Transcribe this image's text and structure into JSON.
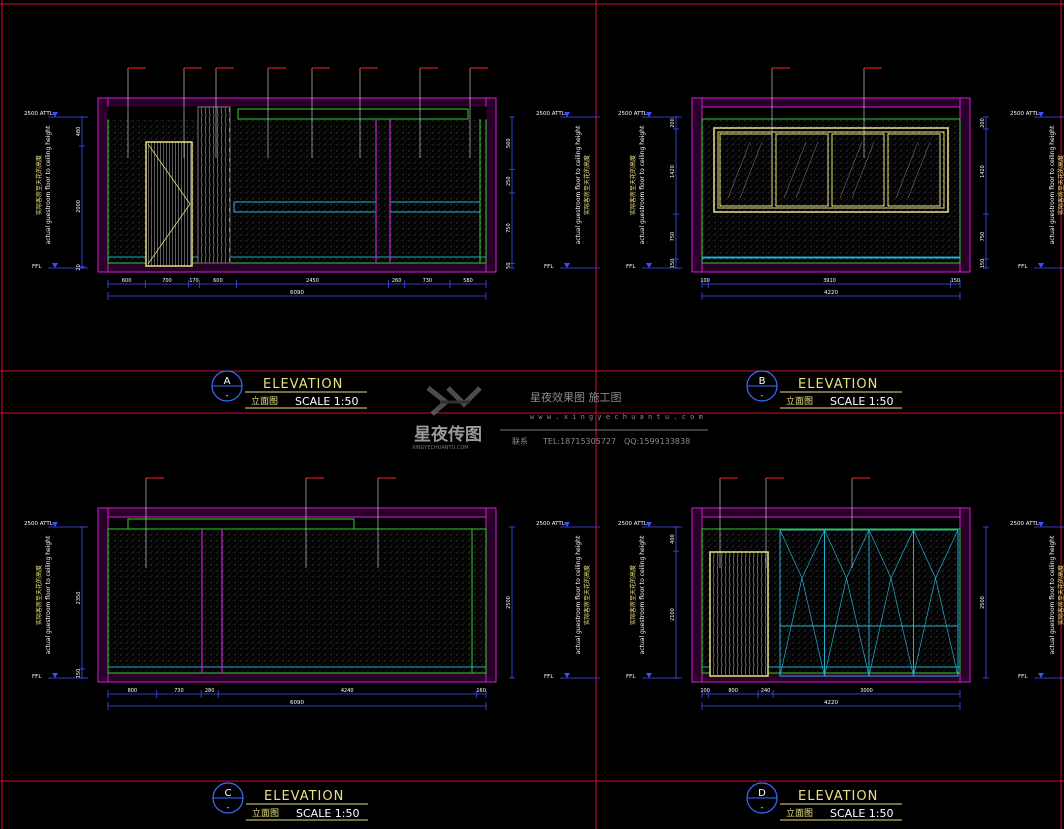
{
  "drawings": [
    {
      "id": "A",
      "letter": "A",
      "title": "ELEVATION",
      "subtitle": "立面图",
      "scale": "SCALE 1:50",
      "level_top": "2500 ATTL",
      "level_bottom": "FFL",
      "side_note_en": "actual guestroom floor to ceiling height",
      "side_note_cn": "实际客房至天花的高度",
      "bottom_dims": [
        "600",
        "700",
        "170",
        "600",
        "2450",
        "260",
        "730",
        "580"
      ],
      "overall_dim": "6090",
      "left_dims": [
        "480",
        "2000",
        "20"
      ],
      "right_dims": [
        "560",
        "250",
        "750",
        "50"
      ]
    },
    {
      "id": "B",
      "letter": "B",
      "title": "ELEVATION",
      "subtitle": "立面图",
      "scale": "SCALE 1:50",
      "level_top": "2500 ATTL",
      "level_bottom": "FFL",
      "side_note_en": "actual guestroom floor to ceiling height",
      "side_note_cn": "实际客房至天花的高度",
      "bottom_dims": [
        "100",
        "3910",
        "150"
      ],
      "overall_dim": "4220",
      "left_dims": [
        "200",
        "1420",
        "750",
        "150"
      ],
      "right_dims": [
        "200",
        "1420",
        "750",
        "150"
      ]
    },
    {
      "id": "C",
      "letter": "C",
      "title": "ELEVATION",
      "subtitle": "立面图",
      "scale": "SCALE 1:50",
      "level_top": "2500 ATTL",
      "level_bottom": "FFL",
      "side_note_en": "actual guestroom floor to ceiling height",
      "side_note_cn": "实际客房至天花的高度",
      "bottom_dims": [
        "800",
        "730",
        "280",
        "4240",
        "160"
      ],
      "overall_dim": "6090",
      "left_dims": [
        "2350",
        "150"
      ],
      "right_dims": [
        "2500"
      ]
    },
    {
      "id": "D",
      "letter": "D",
      "title": "ELEVATION",
      "subtitle": "立面图",
      "scale": "SCALE 1:50",
      "level_top": "2500 ATTL",
      "level_bottom": "FFL",
      "side_note_en": "actual guestroom floor to ceiling height",
      "side_note_cn": "实际客房至天花的高度",
      "bottom_dims": [
        "100",
        "800",
        "240",
        "3000"
      ],
      "overall_dim": "4220",
      "left_dims": [
        "400",
        "2100"
      ],
      "right_dims": [
        "2500"
      ]
    }
  ],
  "watermark": {
    "brand_cn": "星夜传图",
    "brand_en": "XINGYECHUANTU.COM",
    "tagline": "星夜效果图 施工图",
    "url": "w w w . x i n g y e c h u a n t u . c o m",
    "contact_label": "联系",
    "tel": "TEL:18715305727",
    "qq": "QQ:1599133838"
  },
  "colors": {
    "background": "#000000",
    "frame": "#c8102e",
    "wall": "#d020d0",
    "dimension": "#3c50ff",
    "leader": "#ff2020",
    "outline": "#30d030",
    "panel": "#e8e080",
    "glass": "#20b0d0",
    "label": "#ffffff"
  }
}
